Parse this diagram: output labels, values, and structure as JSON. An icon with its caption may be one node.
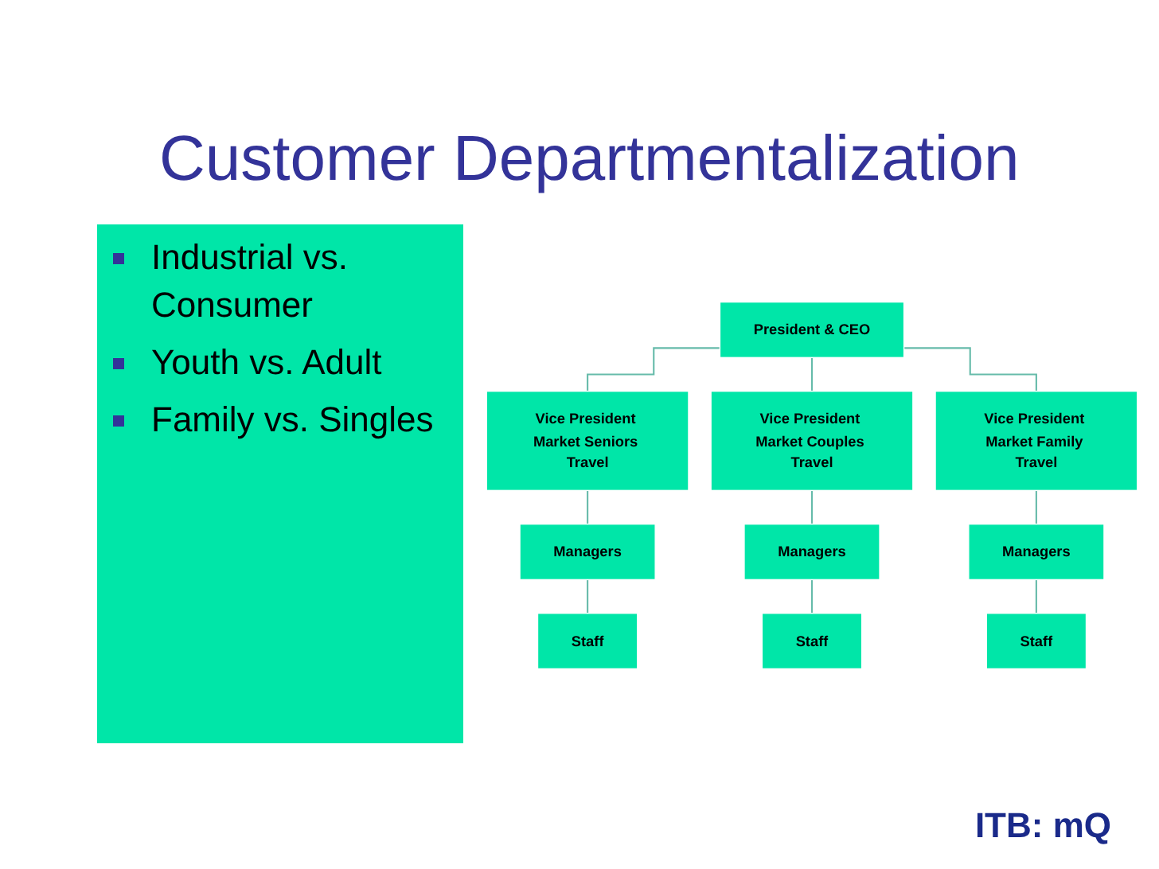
{
  "diagram": {
    "title": "Customer Departmentalization",
    "nodes": [
      {
        "text": [
          "Industrial vs. Consumer",
          "Youth vs. Adult",
          "Family vs. Singles"
        ]
      },
      {
        "text": [
          "President & CEO"
        ]
      },
      {
        "text": [
          "Vice President Market Seniors Travel"
        ]
      },
      {
        "text": [
          "Vice President Market Couples Travel"
        ]
      },
      {
        "text": [
          "Vice President Market Family Travel"
        ]
      },
      {
        "text": [
          "Managers"
        ]
      },
      {
        "text": [
          "Managers"
        ]
      },
      {
        "text": [
          "Managers"
        ]
      },
      {
        "text": [
          "Staff"
        ]
      },
      {
        "text": [
          "Staff"
        ]
      },
      {
        "text": [
          "Staff"
        ]
      }
    ],
    "edges": [
      {
        "from": 1,
        "to": 2,
        "arrow": "none"
      },
      {
        "from": 1,
        "to": 3,
        "arrow": "none"
      },
      {
        "from": 1,
        "to": 4,
        "arrow": "none"
      },
      {
        "from": 2,
        "to": 5,
        "arrow": "none"
      },
      {
        "from": 3,
        "to": 6,
        "arrow": "none"
      },
      {
        "from": 4,
        "to": 7,
        "arrow": "none"
      },
      {
        "from": 5,
        "to": 8,
        "arrow": "none"
      },
      {
        "from": 6,
        "to": 9,
        "arrow": "none"
      },
      {
        "from": 7,
        "to": 10,
        "arrow": "none"
      }
    ],
    "labels": [
      "ITB: mQ"
    ]
  }
}
